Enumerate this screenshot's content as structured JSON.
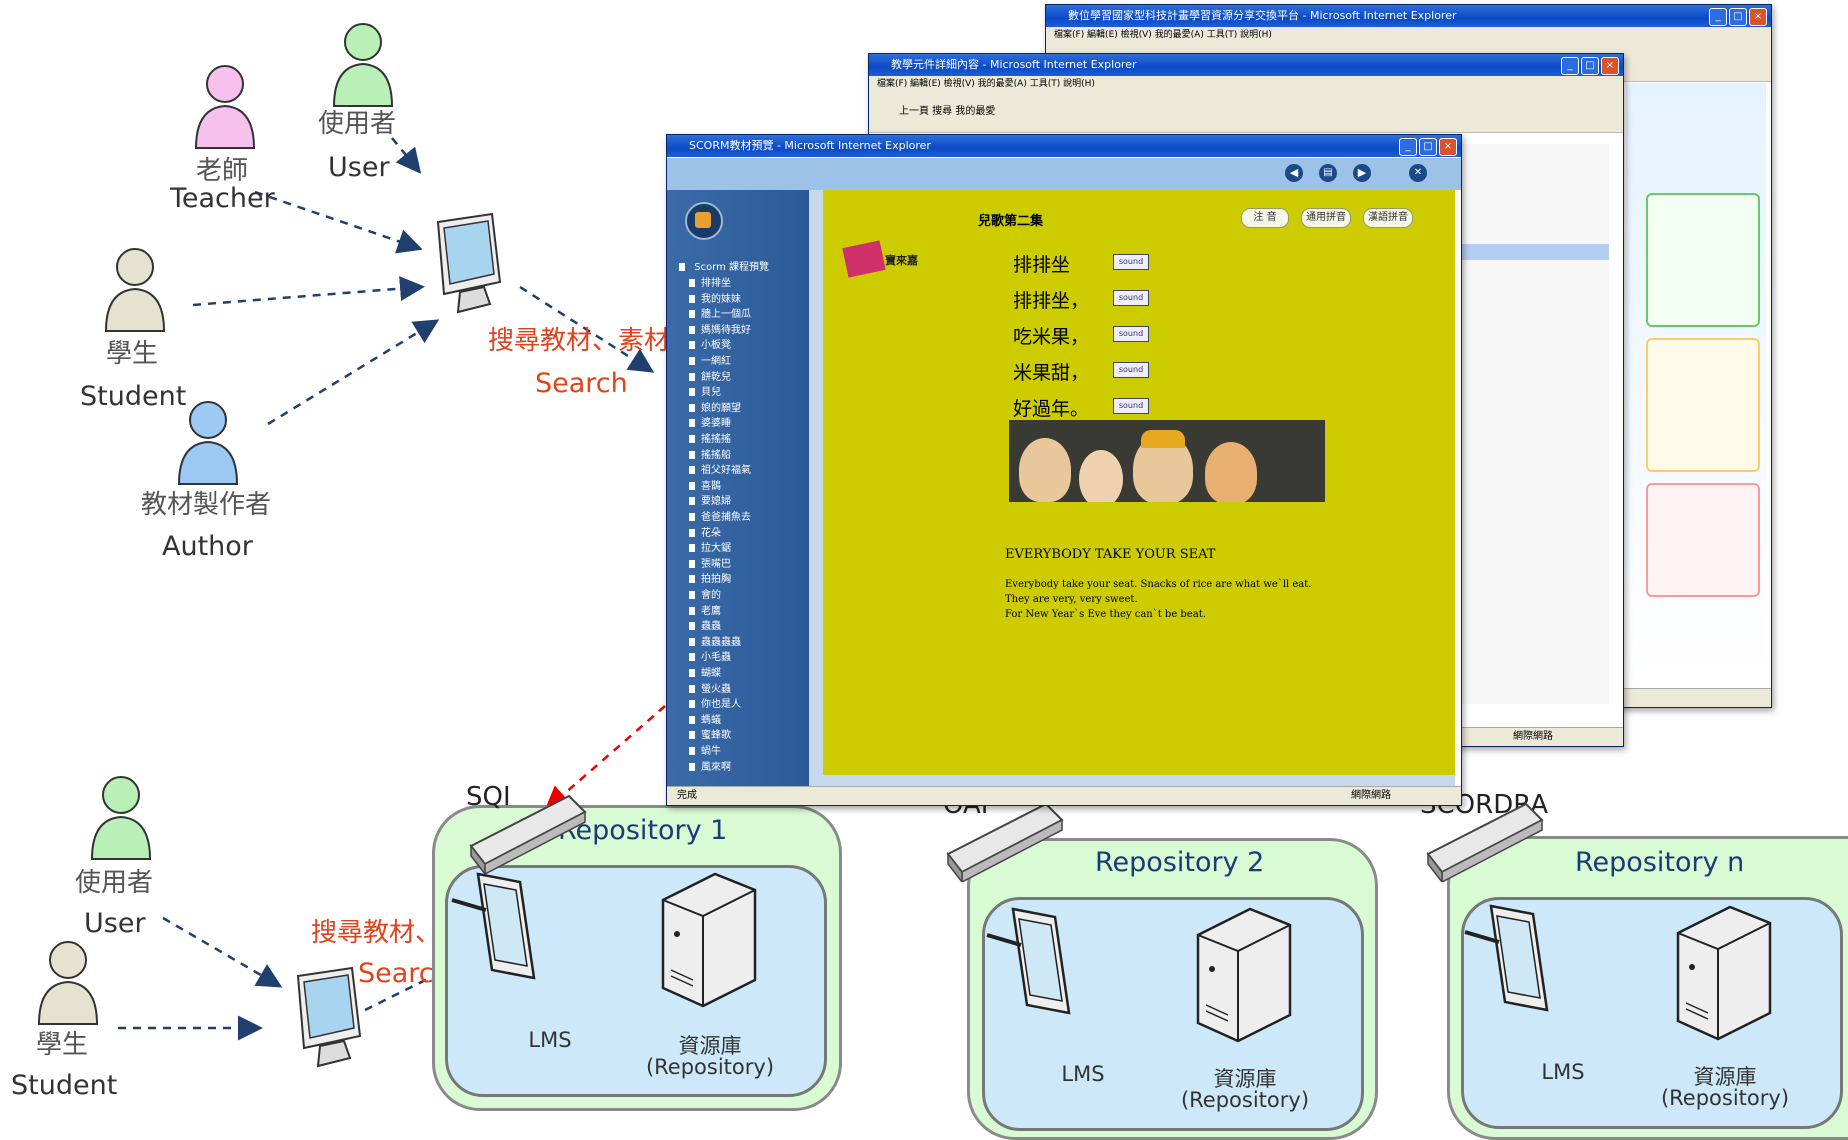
{
  "top_users": {
    "user": {
      "zh": "使用者",
      "en": "User",
      "color": "#b8f0b8"
    },
    "teacher": {
      "zh": "老師",
      "en": "Teacher",
      "color": "#f7c1ee"
    },
    "student": {
      "zh": "學生",
      "en": "Student",
      "color": "#e5e2cf"
    },
    "author": {
      "zh": "教材製作者",
      "en": "Author",
      "color": "#9ccaf4"
    }
  },
  "top_search": {
    "zh": "搜尋教材、素材",
    "en": "Search"
  },
  "bottom_users": {
    "user": {
      "zh": "使用者",
      "en": "User"
    },
    "student": {
      "zh": "學生",
      "en": "Student"
    }
  },
  "bottom_search": {
    "zh": "搜尋教材、素材",
    "en": "Search"
  },
  "repositories": [
    {
      "protocol": "SQI",
      "title": "Repository 1",
      "lms": "LMS",
      "repo_zh": "資源庫",
      "repo_en": "(Repository)"
    },
    {
      "protocol": "OAI",
      "title": "Repository 2",
      "lms": "LMS",
      "repo_zh": "資源庫",
      "repo_en": "(Repository)"
    },
    {
      "protocol": "SCORDRA",
      "title": "Repository n",
      "lms": "LMS",
      "repo_zh": "資源庫",
      "repo_en": "(Repository)"
    }
  ],
  "windows": {
    "back": {
      "title": "數位學習國家型科技計畫學習資源分享交換平台 - Microsoft Internet Explorer",
      "menu": "檔案(F)  編輯(E)  檢視(V)  我的最愛(A)  工具(T)  說明(H)"
    },
    "middle": {
      "title": "教學元件詳細內容 - Microsoft Internet Explorer",
      "menu": "檔案(F)  編輯(E)  檢視(V)  我的最愛(A)  工具(T)  說明(H)",
      "toolbar": "上一頁   搜尋   我的最愛",
      "status": "網際網路"
    },
    "front": {
      "title": "SCORM教材預覽 - Microsoft Internet Explorer",
      "status_left": "完成",
      "status_right": "網際網路",
      "tree_root": "Scorm 課程預覽",
      "tree_items": [
        "排排坐",
        "我的妹妹",
        "牆上一個瓜",
        "媽媽待我好",
        "小板凳",
        "一網紅",
        "餅乾兒",
        "貝兒",
        "娘的願望",
        "婆婆睡",
        "搖搖搖",
        "搖搖船",
        "祖父好福氣",
        "喜鵲",
        "要媳婦",
        "爸爸捕魚去",
        "花朵",
        "拉大鋸",
        "張嘴巴",
        "拍拍胸",
        "會的",
        "老鷹",
        "蟲蟲",
        "蟲蟲蟲蟲",
        "小毛蟲",
        "蝴蝶",
        "螢火蟲",
        "你也是人",
        "螞蟻",
        "蜜蜂歌",
        "蝸牛",
        "風來啊"
      ],
      "header": "兒歌第二集",
      "buttons": [
        "注 音",
        "通用拼音",
        "漢語拼音"
      ],
      "logo_text": "寶來嘉",
      "poem": [
        "排排坐",
        "排排坐，",
        "吃米果，",
        "米果甜，",
        "好過年。"
      ],
      "sound_label": "sound",
      "english_title": "EVERYBODY TAKE YOUR SEAT",
      "english_lines": [
        "Everybody take your seat. Snacks of rice are what we`ll eat.",
        "They are very, very sweet.",
        "For New Year`s Eve they can`t be beat."
      ]
    }
  },
  "colors": {
    "arrow": "#1f3f6f",
    "search_text": "#e0441c",
    "outer_box": "#d8fbd3",
    "inner_box": "#cde9f9",
    "content_bg": "#cccc00",
    "sidebar_bg": "#3a6aa8"
  }
}
